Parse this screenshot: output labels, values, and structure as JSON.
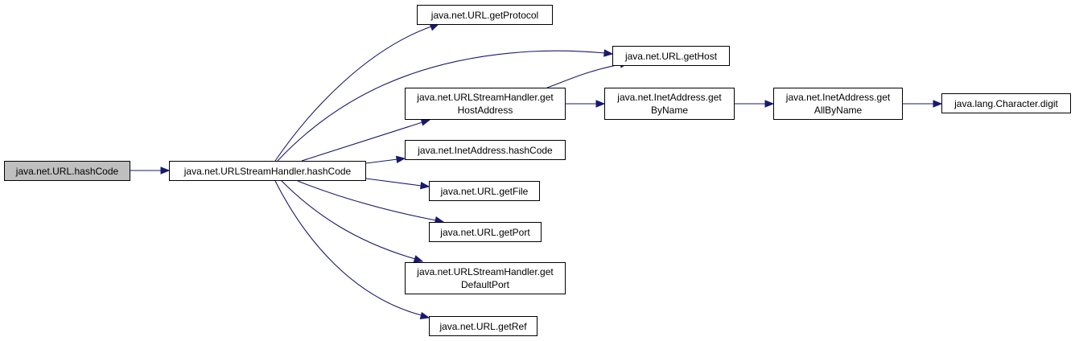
{
  "colors": {
    "edge": "#191970",
    "node_border": "#000000",
    "current_node_fill": "#bfbfbf"
  },
  "nodes": {
    "url_hashcode": {
      "lines": [
        "java.net.URL.hashCode"
      ]
    },
    "handler_hashcode": {
      "lines": [
        "java.net.URLStreamHandler.hashCode"
      ]
    },
    "url_getprotocol": {
      "lines": [
        "java.net.URL.getProtocol"
      ]
    },
    "url_gethost": {
      "lines": [
        "java.net.URL.getHost"
      ]
    },
    "handler_gethostaddress": {
      "lines": [
        "java.net.URLStreamHandler.get",
        "HostAddress"
      ]
    },
    "inetaddress_getbyname": {
      "lines": [
        "java.net.InetAddress.get",
        "ByName"
      ]
    },
    "inetaddress_getallbyname": {
      "lines": [
        "java.net.InetAddress.get",
        "AllByName"
      ]
    },
    "character_digit": {
      "lines": [
        "java.lang.Character.digit"
      ]
    },
    "inetaddress_hashcode": {
      "lines": [
        "java.net.InetAddress.hashCode"
      ]
    },
    "url_getfile": {
      "lines": [
        "java.net.URL.getFile"
      ]
    },
    "url_getport": {
      "lines": [
        "java.net.URL.getPort"
      ]
    },
    "handler_getdefaultport": {
      "lines": [
        "java.net.URLStreamHandler.get",
        "DefaultPort"
      ]
    },
    "url_getref": {
      "lines": [
        "java.net.URL.getRef"
      ]
    }
  },
  "edges": [
    {
      "from": "url_hashcode",
      "to": "handler_hashcode"
    },
    {
      "from": "handler_hashcode",
      "to": "url_getprotocol"
    },
    {
      "from": "handler_hashcode",
      "to": "url_gethost"
    },
    {
      "from": "handler_hashcode",
      "to": "handler_gethostaddress"
    },
    {
      "from": "handler_hashcode",
      "to": "inetaddress_hashcode"
    },
    {
      "from": "handler_hashcode",
      "to": "url_getfile"
    },
    {
      "from": "handler_hashcode",
      "to": "url_getport"
    },
    {
      "from": "handler_hashcode",
      "to": "handler_getdefaultport"
    },
    {
      "from": "handler_hashcode",
      "to": "url_getref"
    },
    {
      "from": "handler_gethostaddress",
      "to": "url_gethost"
    },
    {
      "from": "handler_gethostaddress",
      "to": "inetaddress_getbyname"
    },
    {
      "from": "inetaddress_getbyname",
      "to": "inetaddress_getallbyname"
    },
    {
      "from": "inetaddress_getallbyname",
      "to": "character_digit"
    }
  ]
}
